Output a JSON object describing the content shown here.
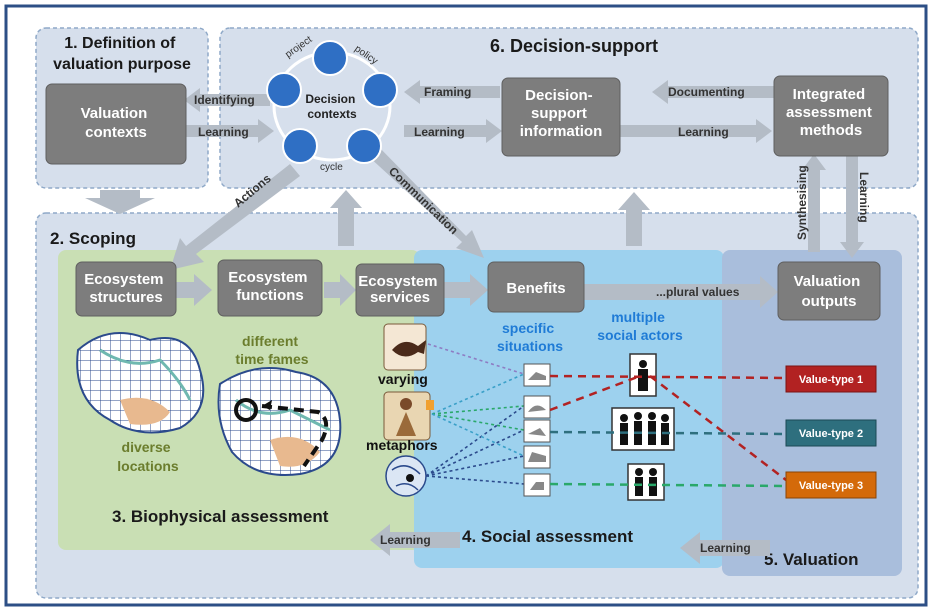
{
  "panels": {
    "definition_title": [
      "1. Definition of",
      "valuation purpose"
    ],
    "decision_support_title": "6. Decision-support",
    "scoping_title": "2. Scoping",
    "biophysical_title": "3. Biophysical assessment",
    "social_title": "4. Social assessment",
    "valuation_title": "5. Valuation"
  },
  "boxes": {
    "valuation_contexts": [
      "Valuation",
      "contexts"
    ],
    "decision_contexts": [
      "Decision",
      "contexts"
    ],
    "decision_support_info": [
      "Decision-",
      "support",
      "information"
    ],
    "integrated_methods": [
      "Integrated",
      "assessment",
      "methods"
    ],
    "ecosystem_structures": [
      "Ecosystem",
      "structures"
    ],
    "ecosystem_functions": [
      "Ecosystem",
      "functions"
    ],
    "ecosystem_services": [
      "Ecosystem",
      "services"
    ],
    "benefits": "Benefits",
    "valuation_outputs": [
      "Valuation",
      "outputs"
    ]
  },
  "cycle_labels": {
    "project": "project",
    "policy": "policy",
    "cycle": "cycle"
  },
  "arrow_labels": {
    "identifying": "Identifying",
    "learning_1": "Learning",
    "framing": "Framing",
    "learning_2": "Learning",
    "documenting": "Documenting",
    "learning_3": "Learning",
    "actions": "Actions",
    "communication": "Communication",
    "synthesising": "Synthesising",
    "learning_vertical": "Learning",
    "plural_values": "...plural values",
    "learning_bottom_left": "Learning",
    "learning_bottom_right": "Learning"
  },
  "annotations": {
    "different_time_frames": [
      "different",
      "time fames"
    ],
    "diverse_locations": [
      "diverse",
      "locations"
    ],
    "varying": "varying",
    "metaphors": "metaphors",
    "specific_situations": [
      "specific",
      "situations"
    ],
    "multiple_social_actors": [
      "multiple",
      "social actors"
    ]
  },
  "value_types": [
    "Value-type 1",
    "Value-type 2",
    "Value-type 3"
  ],
  "colors": {
    "value_type_1": "#b22222",
    "value_type_2": "#2e6f7e",
    "value_type_3": "#d46a0a",
    "biophysical_panel": "#c9dfb4",
    "social_panel": "#98cfee",
    "valuation_panel": "#a9bedc",
    "outer_panel": "#d6dfec",
    "box_gray": "#7d7d7d",
    "cycle_blue": "#2f6fc4"
  }
}
